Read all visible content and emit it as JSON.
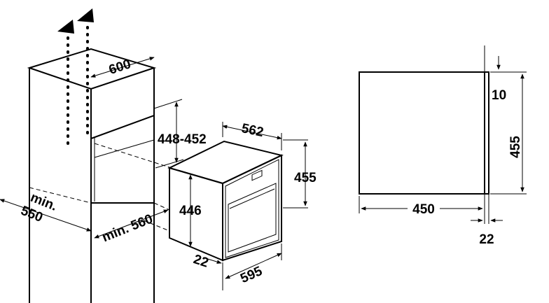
{
  "diagram": {
    "niche": {
      "width_label": "600",
      "height_label": "448-452",
      "depth_label": "min.\n550",
      "depth_label_line1": "min.",
      "depth_label_line2": "550",
      "inner_width_label": "min. 560"
    },
    "oven": {
      "depth_label": "562",
      "height_label": "455",
      "body_height_label": "446",
      "front_depth_label": "22",
      "width_label": "595"
    },
    "side_view": {
      "top_offset_label": "10",
      "height_label": "455",
      "depth_label": "450",
      "front_label": "22"
    }
  }
}
